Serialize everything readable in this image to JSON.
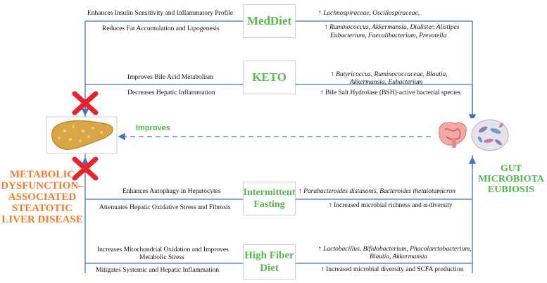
{
  "diets": {
    "med": {
      "label": "MedDiet",
      "effect_top": "Enhances Insulin Sensitivity and Inflammatory Profile",
      "effect_bottom": "Reduces Fat Accumulation and Lipogenesis",
      "microbe_line1": "↑ Lachnospiraceae, Oscillospiraceae,",
      "microbe_line2": "↑ Ruminococcus, Akkermansia, Dialister, Alistipes",
      "microbe_line3": "Eubacterium, Faecalibacterium, Prevotella"
    },
    "keto": {
      "label": "KETO",
      "effect_top": "Improves Bile Acid Metabolism",
      "effect_bottom": "Decreases Hepatic Inflammation",
      "microbe_line1": "↑ Butyricoccus, Ruminococcaceae, Blautia,",
      "microbe_line2": "Akkermansia, Eubacterium",
      "microbe_line3": "↑ Bile Salt Hydrolase (BSH)-active bacterial species"
    },
    "if": {
      "label_line1": "Intermittent",
      "label_line2": "Fasting",
      "effect_top": "Enhances Autophagy in Hepatocytes",
      "effect_bottom": "Attenuates Hepatic Oxidative Stress and Fibrosis",
      "microbe_line1": "↑ Parabacteroides distasonis, Bacteroides thetaiotamicron",
      "microbe_line2": "↑ Increased microbial richness and α-diversity"
    },
    "fiber": {
      "label_line1": "High Fiber",
      "label_line2": "Diet",
      "effect_top1": "Increases Mitochondrial Oxidation and Improves",
      "effect_top2": "Metabolic Stress",
      "effect_bottom": "Mitigates Systemic and Hepatic Inflammation",
      "microbe_line1": "↑ Lactobacillus, Bifidobacterium, Phacolarctobacterium,",
      "microbe_line2": "Blautia, Akkermansia",
      "microbe_line3": "↑ Increased microbial diversity and SCFA production"
    }
  },
  "liver_disease": {
    "line1": "METABOLIC",
    "line2": "DYSFUNCTION–",
    "line3": "ASSOCIATED",
    "line4": "STEATOTIC",
    "line5": "LIVER DISEASE"
  },
  "gut": {
    "line1": "GUT",
    "line2": "MICROBIOTA",
    "line3": "EUBIOSIS"
  },
  "improves_label": "Improves",
  "colors": {
    "line_blue": "#3f74c5",
    "green": "#4db84a",
    "orange": "#f37a2a",
    "red": "#e8232a"
  }
}
